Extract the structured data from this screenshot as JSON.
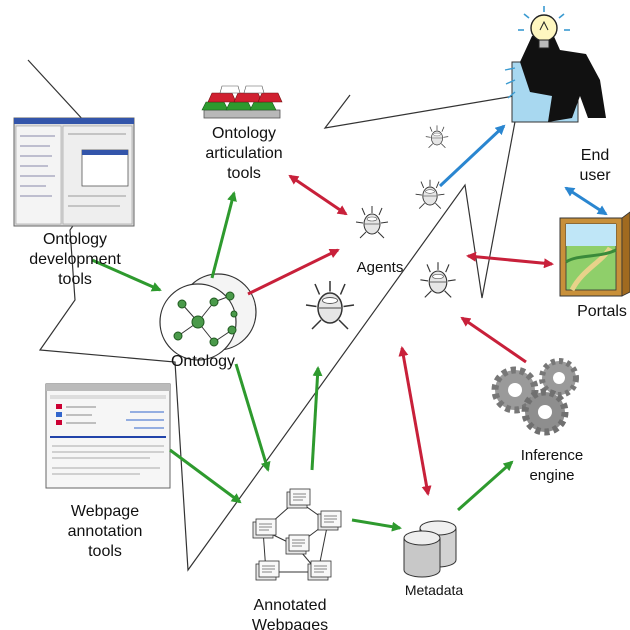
{
  "diagram": {
    "labels": {
      "ontology_dev": [
        "Ontology",
        "development",
        "tools"
      ],
      "articulation": [
        "Ontology",
        "articulation",
        "tools"
      ],
      "agents": "Agents",
      "end_user": [
        "End",
        "user"
      ],
      "portals": "Portals",
      "ontology": "Ontology",
      "inference": [
        "Inference",
        "engine"
      ],
      "webpage_annotation": [
        "Webpage",
        "annotation",
        "tools"
      ],
      "metadata": "Metadata",
      "annotated": [
        "Annotated",
        "Webpages"
      ]
    },
    "colors": {
      "green_arrow": "#2e9a2e",
      "red_arrow": "#c8203a",
      "blue_arrow": "#2a86d0",
      "node_fill": "#4a9a4a",
      "gear": "#9a9a9a",
      "outline": "#333333"
    },
    "icons": {
      "ontology_dev": "ontology-editor-screenshot-icon",
      "articulation": "articulation-blocks-icon",
      "end_user": "idea-person-icon",
      "portals": "portal-door-icon",
      "ontology": "ontology-graph-icon",
      "inference": "gears-icon",
      "webpage_annotation": "webpage-screenshot-icon",
      "metadata": "database-icon",
      "annotated": "document-network-icon",
      "agent": "satellite-agent-icon"
    }
  }
}
